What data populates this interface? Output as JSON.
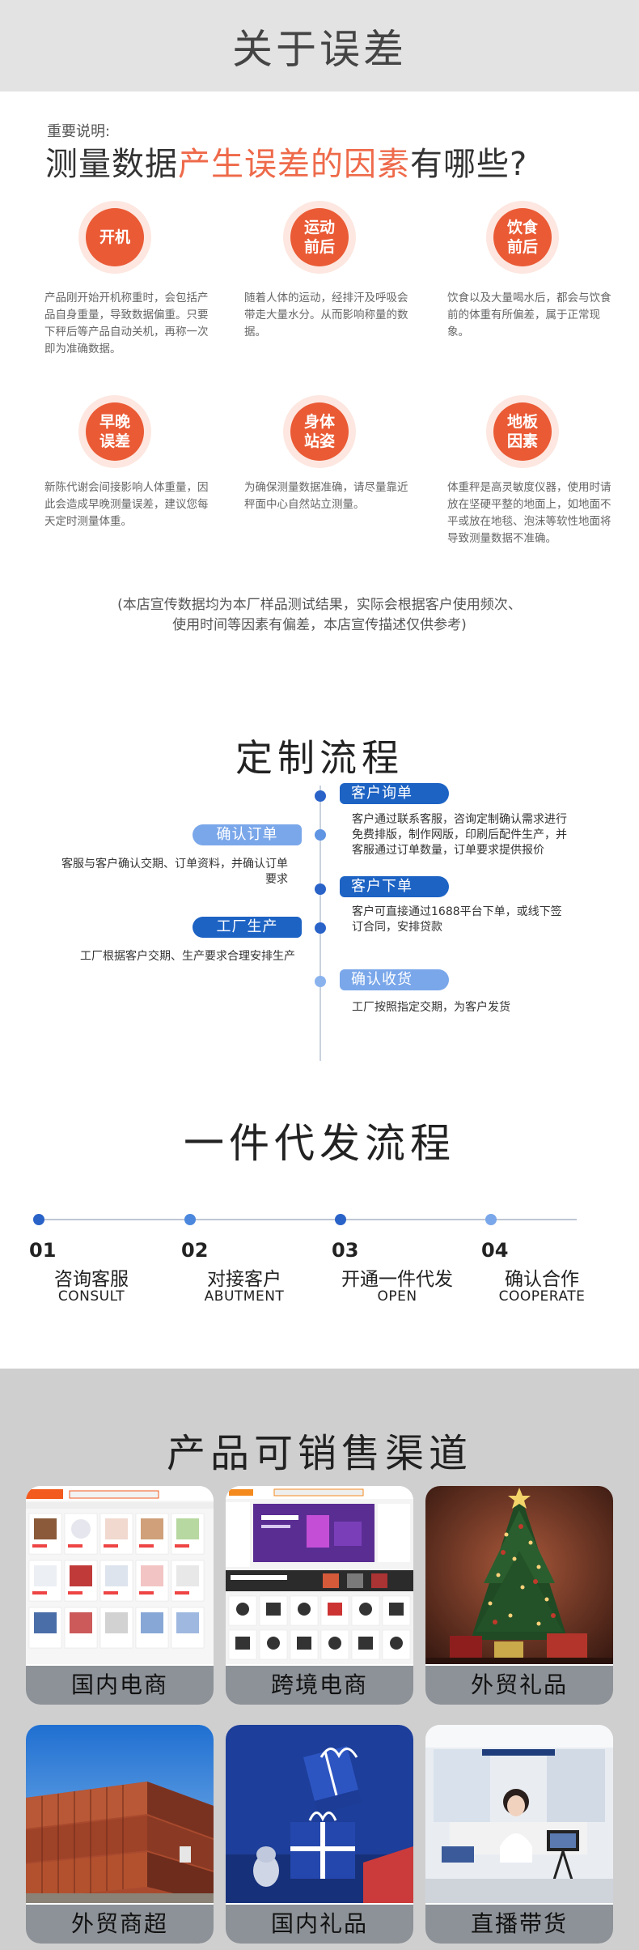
{
  "section1": {
    "title": "关于误差",
    "important_label": "重要说明:",
    "headline_pre": "测量数据",
    "headline_highlight": "产生误差的因素",
    "headline_post": "有哪些?",
    "factors": [
      {
        "title": "开机",
        "desc": "产品刚开始开机称重时，会包括产品自身重量，导致数据偏重。只要下秤后等产品自动关机，再称一次即为准确数据。"
      },
      {
        "title": "运动前后",
        "desc": "随着人体的运动，经排汗及呼吸会带走大量水分。从而影响称量的数据。"
      },
      {
        "title": "饮食前后",
        "desc": "饮食以及大量喝水后，都会与饮食前的体重有所偏差，属于正常现象。"
      },
      {
        "title": "早晚误差",
        "desc": "新陈代谢会间接影响人体重量，因此会造成早晚测量误差，建议您每天定时测量体重。"
      },
      {
        "title": "身体站姿",
        "desc": "为确保测量数据准确，请尽量靠近秤面中心自然站立测量。"
      },
      {
        "title": "地板因素",
        "desc": "体重秤是高灵敏度仪器，使用时请放在坚硬平整的地面上，如地面不平或放在地毯、泡沫等软性地面将导致测量数据不准确。"
      }
    ],
    "note_line1": "(本店宣传数据均为本厂样品测试结果，实际会根据客户使用频次、",
    "note_line2": "使用时间等因素有偏差，本店宣传描述仅供参考)"
  },
  "section2": {
    "title": "定制流程",
    "steps": [
      {
        "label": "客户询单",
        "desc": "客户通过联系客服，咨询定制确认需求进行免费排版，制作网版，印刷后配件生产，并客服通过订单数量，订单要求提供报价"
      },
      {
        "label": "确认订单",
        "desc": "客服与客户确认交期、订单资料，并确认订单要求"
      },
      {
        "label": "客户下单",
        "desc": "客户可直接通过1688平台下单，或线下签订合同，安排贷款"
      },
      {
        "label": "工厂生产",
        "desc": "工厂根据客户交期、生产要求合理安排生产"
      },
      {
        "label": "确认收货",
        "desc": "工厂按照指定交期，为客户发货"
      }
    ]
  },
  "section3": {
    "title": "一件代发流程",
    "steps": [
      {
        "num": "01",
        "cn": "咨询客服",
        "en": "CONSULT"
      },
      {
        "num": "02",
        "cn": "对接客户",
        "en": "ABUTMENT"
      },
      {
        "num": "03",
        "cn": "开通一件代发",
        "en": "OPEN"
      },
      {
        "num": "04",
        "cn": "确认合作",
        "en": "COOPERATE"
      }
    ]
  },
  "section4": {
    "title": "产品可销售渠道",
    "channels": [
      {
        "label": "国内电商"
      },
      {
        "label": "跨境电商"
      },
      {
        "label": "外贸礼品"
      },
      {
        "label": "外贸商超"
      },
      {
        "label": "国内礼品"
      },
      {
        "label": "直播带货"
      }
    ]
  },
  "colors": {
    "accent_orange": "#ea5a35",
    "accent_blue": "#1d63c4",
    "light_blue": "#7aa7ea",
    "gray_bg": "#cfcfcf"
  }
}
